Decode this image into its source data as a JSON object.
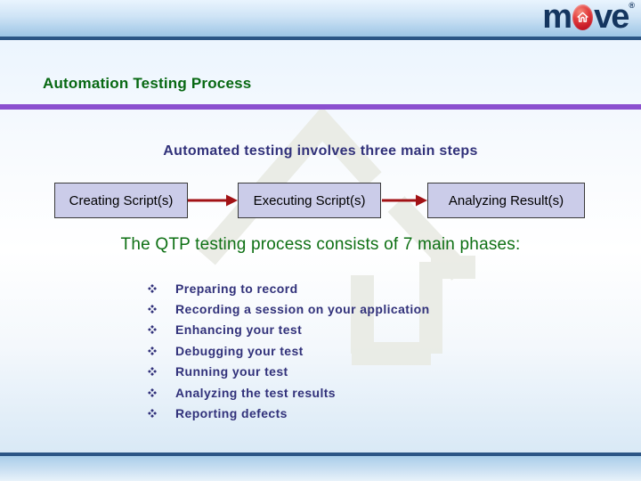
{
  "slide": {
    "title": "Automation Testing Process",
    "heading": "Automated testing involves three main steps",
    "steps": [
      "Creating Script(s)",
      "Executing Script(s)",
      "Analyzing Result(s)"
    ],
    "phases_heading": "The QTP testing process consists of 7 main phases:",
    "phases": [
      "Preparing to record",
      "Recording a session on your application",
      "Enhancing your test",
      "Debugging your test",
      "Running your test",
      "Analyzing the test results",
      "Reporting defects"
    ]
  },
  "logo": {
    "part1": "m",
    "part2": "ve",
    "registered": "®",
    "house_icon": "house-in-red-oval"
  },
  "colors": {
    "title_green": "#076812",
    "phases_green": "#0E7014",
    "heading_indigo": "#31317A",
    "box_fill": "#CBCCE9",
    "arrow_red": "#A21215",
    "purple_rule": "#8B50CF",
    "navy_line": "#2B5585",
    "logo_navy": "#14355F"
  }
}
